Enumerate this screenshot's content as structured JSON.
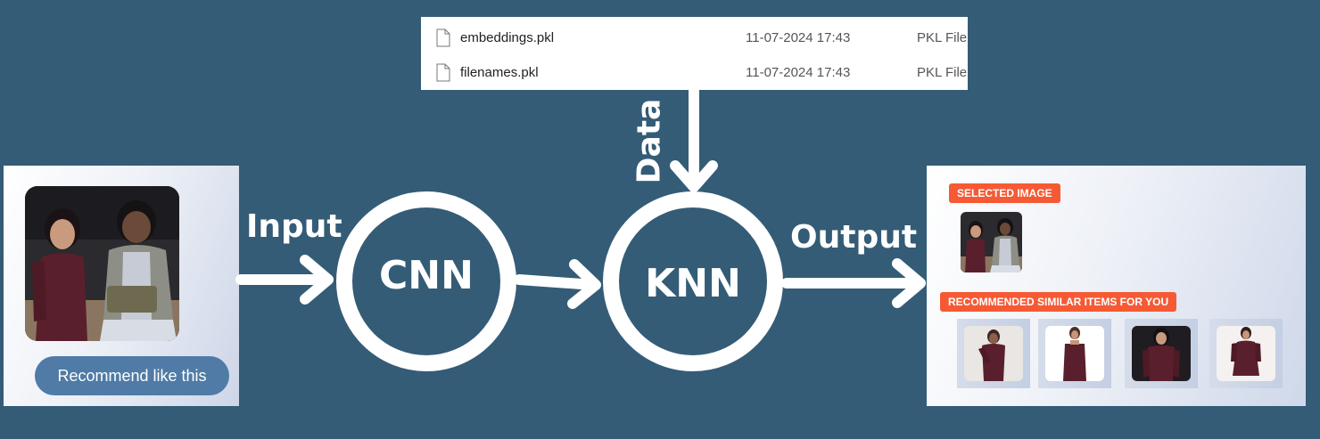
{
  "files": [
    {
      "name": "embeddings.pkl",
      "date": "11-07-2024 17:43",
      "type": "PKL File"
    },
    {
      "name": "filenames.pkl",
      "date": "11-07-2024 17:43",
      "type": "PKL File"
    }
  ],
  "input_panel": {
    "button_label": "Recommend like this"
  },
  "labels": {
    "input": "Input",
    "data": "Data",
    "output": "Output"
  },
  "nodes": {
    "cnn": "CNN",
    "knn": "KNN"
  },
  "output_panel": {
    "selected_badge": "SELECTED IMAGE",
    "recommended_badge": "RECOMMENDED SIMILAR ITEMS FOR YOU",
    "recommended_count": 4
  },
  "colors": {
    "background": "#345c76",
    "accent": "#f55a35",
    "button": "#4f7ba6",
    "dress": "#5a1f2c"
  },
  "icons": [
    "document-icon",
    "document-icon"
  ]
}
